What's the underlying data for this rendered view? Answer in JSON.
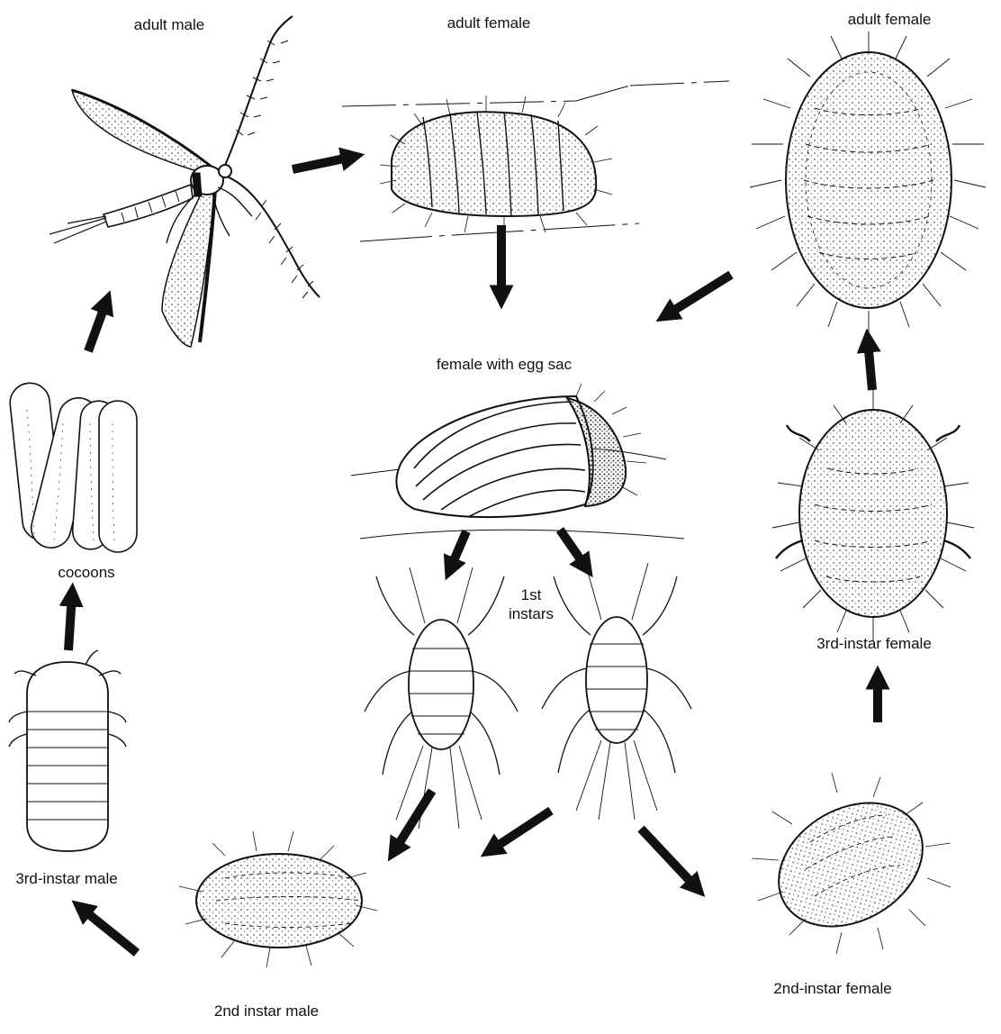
{
  "diagram": {
    "stages": [
      {
        "id": "adult-male",
        "label": "adult male",
        "shape": "winged-male"
      },
      {
        "id": "adult-female-side",
        "label": "adult female",
        "shape": "female-side"
      },
      {
        "id": "adult-female-top",
        "label": "adult female",
        "shape": "female-top"
      },
      {
        "id": "egg-sac",
        "label": "female with egg sac",
        "shape": "egg-sac"
      },
      {
        "id": "first-instars",
        "label_lines": [
          "1st",
          "instars"
        ],
        "shape": "first-instar"
      },
      {
        "id": "third-instar-female",
        "label": "3rd-instar female",
        "shape": "female-top"
      },
      {
        "id": "second-instar-female",
        "label": "2nd-instar female",
        "shape": "oval-instar"
      },
      {
        "id": "second-instar-male",
        "label": "2nd instar male",
        "shape": "oval-instar"
      },
      {
        "id": "third-instar-male",
        "label": "3rd-instar male",
        "shape": "male-prepupa"
      },
      {
        "id": "cocoons",
        "label": "cocoons",
        "shape": "cocoon-group"
      }
    ],
    "flow": [
      [
        "adult-male",
        "adult-female-side"
      ],
      [
        "adult-female-side",
        "egg-sac"
      ],
      [
        "adult-female-top",
        "egg-sac"
      ],
      [
        "egg-sac",
        "first-instars"
      ],
      [
        "first-instars",
        "second-instar-male"
      ],
      [
        "first-instars",
        "second-instar-female"
      ],
      [
        "second-instar-female",
        "third-instar-female"
      ],
      [
        "third-instar-female",
        "adult-female-top"
      ],
      [
        "second-instar-male",
        "third-instar-male"
      ],
      [
        "third-instar-male",
        "cocoons"
      ],
      [
        "cocoons",
        "adult-male"
      ]
    ],
    "colors": {
      "ink": "#111111",
      "stipple": "#555555",
      "background": "#ffffff"
    }
  }
}
